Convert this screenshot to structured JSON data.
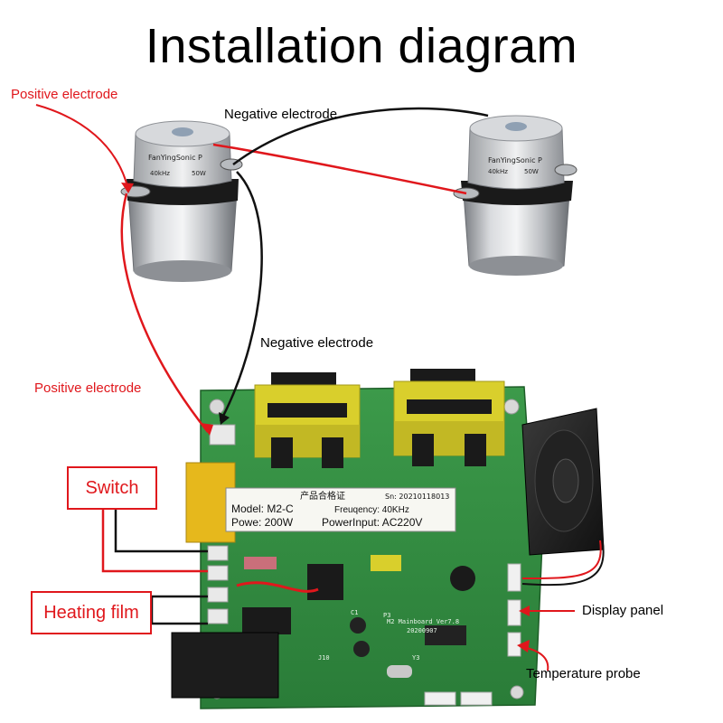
{
  "title": "Installation diagram",
  "labels": {
    "positive_top": "Positive electrode",
    "negative_top": "Negative electrode",
    "negative_mid": "Negative electrode",
    "positive_mid": "Positive electrode",
    "switch": "Switch",
    "heating_film": "Heating film",
    "display_panel": "Display panel",
    "temperature_probe": "Temperature probe"
  },
  "transducer": {
    "brand": "FanYingSonic P",
    "freq": "40kHz",
    "power": "50W"
  },
  "board": {
    "cert_title": "产品合格证",
    "serial": "Sn: 20210118013",
    "model": "Model: M2-C",
    "frequency": "Freuqency: 40KHz",
    "power": "Powe: 200W",
    "power_input": "PowerInput: AC220V",
    "silk_mainboard": "M2 Mainboard Ver7.8",
    "silk_date": "20200907",
    "silk_y3": "Y3",
    "silk_p3": "P3",
    "silk_c1": "C1",
    "silk_j10": "J10"
  },
  "colors": {
    "red_wire": "#e0171c",
    "black_wire": "#111111",
    "pcb_green": "#2e8b3e",
    "transformer_yellow": "#d9cf2c"
  }
}
